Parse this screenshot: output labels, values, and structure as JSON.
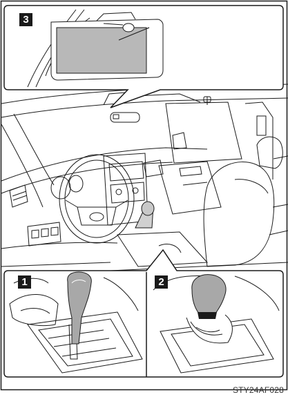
{
  "callouts": {
    "badge_1": "1",
    "badge_2": "2",
    "badge_3": "3"
  },
  "figure_code": "STY24AF028",
  "colors": {
    "line": "#1a1a1a",
    "panel_gray": "#b8b8b8",
    "knob_gray": "#a8a8a8"
  }
}
